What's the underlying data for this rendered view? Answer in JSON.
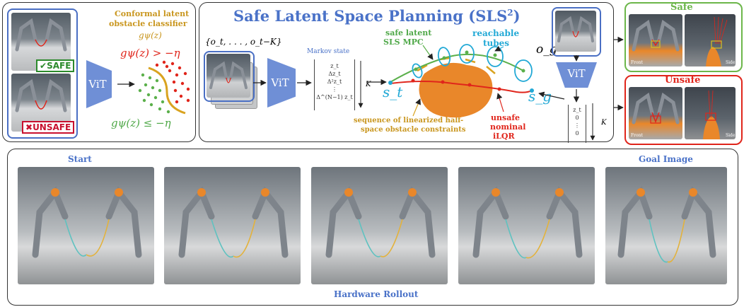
{
  "classifier": {
    "title_line1": "Conformal latent",
    "title_line2": "obstacle classifier",
    "g_label": "gψ(z)",
    "upper_condition": "gψ(z) > −η",
    "lower_condition": "gψ(z) ≤ −η",
    "safe_badge": "SAFE",
    "unsafe_badge": "UNSAFE",
    "vit_label": "ViT"
  },
  "planning": {
    "title": "Safe Latent Space Planning (SLS",
    "title_sup": "2",
    "title_end": ")",
    "obs_set": "{o_t, . . . , o_t−K}",
    "vit_label": "ViT",
    "markov_label": "Markov state",
    "markov_vector": [
      "z_t",
      "Δz_t",
      "Δ²z_t",
      "⋮",
      "Δ^(N−1) z_t"
    ],
    "k_label": "K",
    "safe_mpc_line1": "safe latent",
    "safe_mpc_line2": "SLS MPC",
    "reachable_line1": "reachable",
    "reachable_line2": "tubes",
    "s_t": "s_t",
    "s_g": "s_g",
    "o_g": "o_g",
    "constraints_line1": "sequence of linearized half-",
    "constraints_line2": "space obstacle constraints",
    "unsafe_line1": "unsafe",
    "unsafe_line2": "nominal",
    "unsafe_line3": "iLQR",
    "goal_vit": "ViT",
    "goal_vector": [
      "z_t",
      "0",
      "⋮",
      "0"
    ],
    "goal_k": "K"
  },
  "outcomes": {
    "safe_title": "Safe",
    "unsafe_title": "Unsafe",
    "front": "Front",
    "side": "Side"
  },
  "rollout": {
    "start_label": "Start",
    "goal_label": "Goal Image",
    "bottom_label": "Hardware Rollout"
  },
  "colors": {
    "blue": "#4a72c8",
    "gold": "#c9961e",
    "green": "#4fa848",
    "red": "#e0251b",
    "orange": "#e9872a",
    "cyan": "#22a9d6"
  }
}
